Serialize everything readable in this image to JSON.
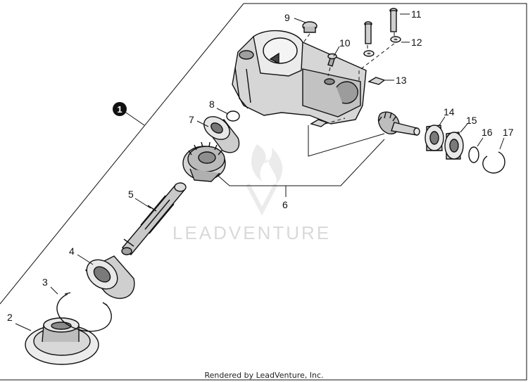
{
  "assembly_label": "1",
  "callouts": [
    "2",
    "3",
    "4",
    "5",
    "6",
    "7",
    "8",
    "9",
    "10",
    "11",
    "12",
    "13",
    "14",
    "15",
    "16",
    "17"
  ],
  "watermark": "LEADVENTURE",
  "credit": "Rendered by LeadVenture, Inc."
}
